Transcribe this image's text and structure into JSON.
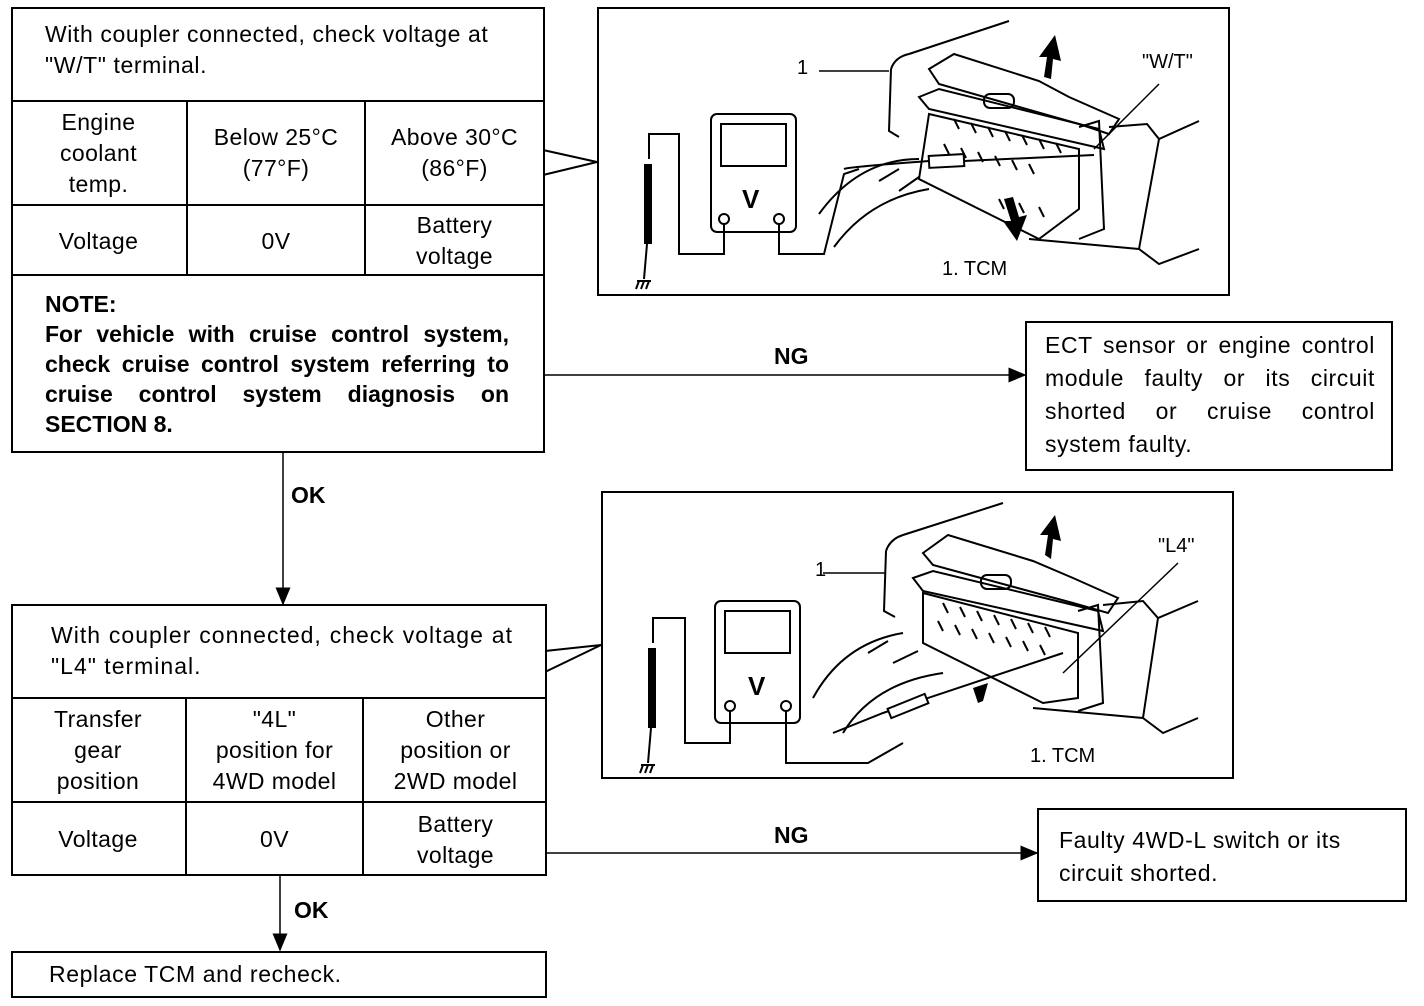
{
  "step1": {
    "instruction": "With coupler connected, check voltage at \"W/T\" terminal.",
    "table": {
      "header": [
        "Engine\ncoolant\ntemp.",
        "Below 25°C\n(77°F)",
        "Above 30°C\n(86°F)"
      ],
      "row": [
        "Voltage",
        "0V",
        "Battery\nvoltage"
      ]
    },
    "note_title": "NOTE:",
    "note_body": "For vehicle with cruise control system, check cruise control system referring to cruise control system diagnosis on SECTION 8."
  },
  "figure1": {
    "part_number": "1",
    "terminal_label": "\"W/T\"",
    "meter_label": "V",
    "caption": "1. TCM"
  },
  "ng1": {
    "label": "NG",
    "result": "ECT sensor or engine control module faulty or its circuit shorted or cruise control system faulty."
  },
  "ok1": {
    "label": "OK"
  },
  "step2": {
    "instruction": "With coupler connected, check voltage at \"L4\" terminal.",
    "table": {
      "header": [
        "Transfer\ngear\nposition",
        "\"4L\"\nposition for\n4WD model",
        "Other\nposition or\n2WD model"
      ],
      "row": [
        "Voltage",
        "0V",
        "Battery\nvoltage"
      ]
    }
  },
  "figure2": {
    "part_number": "1",
    "terminal_label": "\"L4\"",
    "meter_label": "V",
    "caption": "1. TCM"
  },
  "ng2": {
    "label": "NG",
    "result": "Faulty 4WD-L switch or its circuit shorted."
  },
  "ok2": {
    "label": "OK"
  },
  "final": {
    "result": "Replace TCM and recheck."
  },
  "colors": {
    "ink": "#000000",
    "paper": "#ffffff"
  }
}
